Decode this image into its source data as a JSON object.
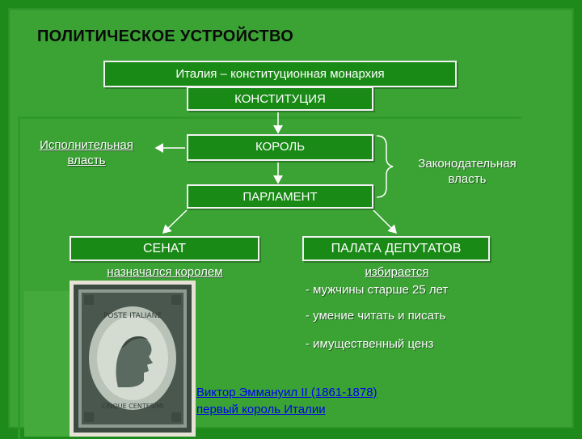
{
  "title": "ПОЛИТИЧЕСКОЕ УСТРОЙСТВО",
  "subtitle": "Италия – конституционная монархия",
  "constitution": "КОНСТИТУЦИЯ",
  "king": "КОРОЛЬ",
  "parliament": "ПАРЛАМЕНТ",
  "executive": "Исполнительная власть",
  "legislative": "Законодательная власть",
  "senate": {
    "name": "СЕНАТ",
    "note": "назначался королем"
  },
  "chamber": {
    "name": "ПАЛАТА ДЕПУТАТОВ",
    "note": "избирается",
    "conditions": [
      "- мужчины старше 25 лет",
      "- умение читать и писать",
      "- имущественный ценз"
    ]
  },
  "stamp": {
    "top_text": "POSTE ITALIANE",
    "bottom_text": "CINQUE CENTESIMI"
  },
  "caption": {
    "line1": "Виктор Эммануил II (1861-1878)",
    "line2": "первый король Италии"
  },
  "colors": {
    "background": "#1f8a1c",
    "box_fill": "#1a8a17",
    "box_border": "#f2f2f2",
    "caption_link": "#0000ee",
    "stamp_ink": "#3d4a42"
  }
}
